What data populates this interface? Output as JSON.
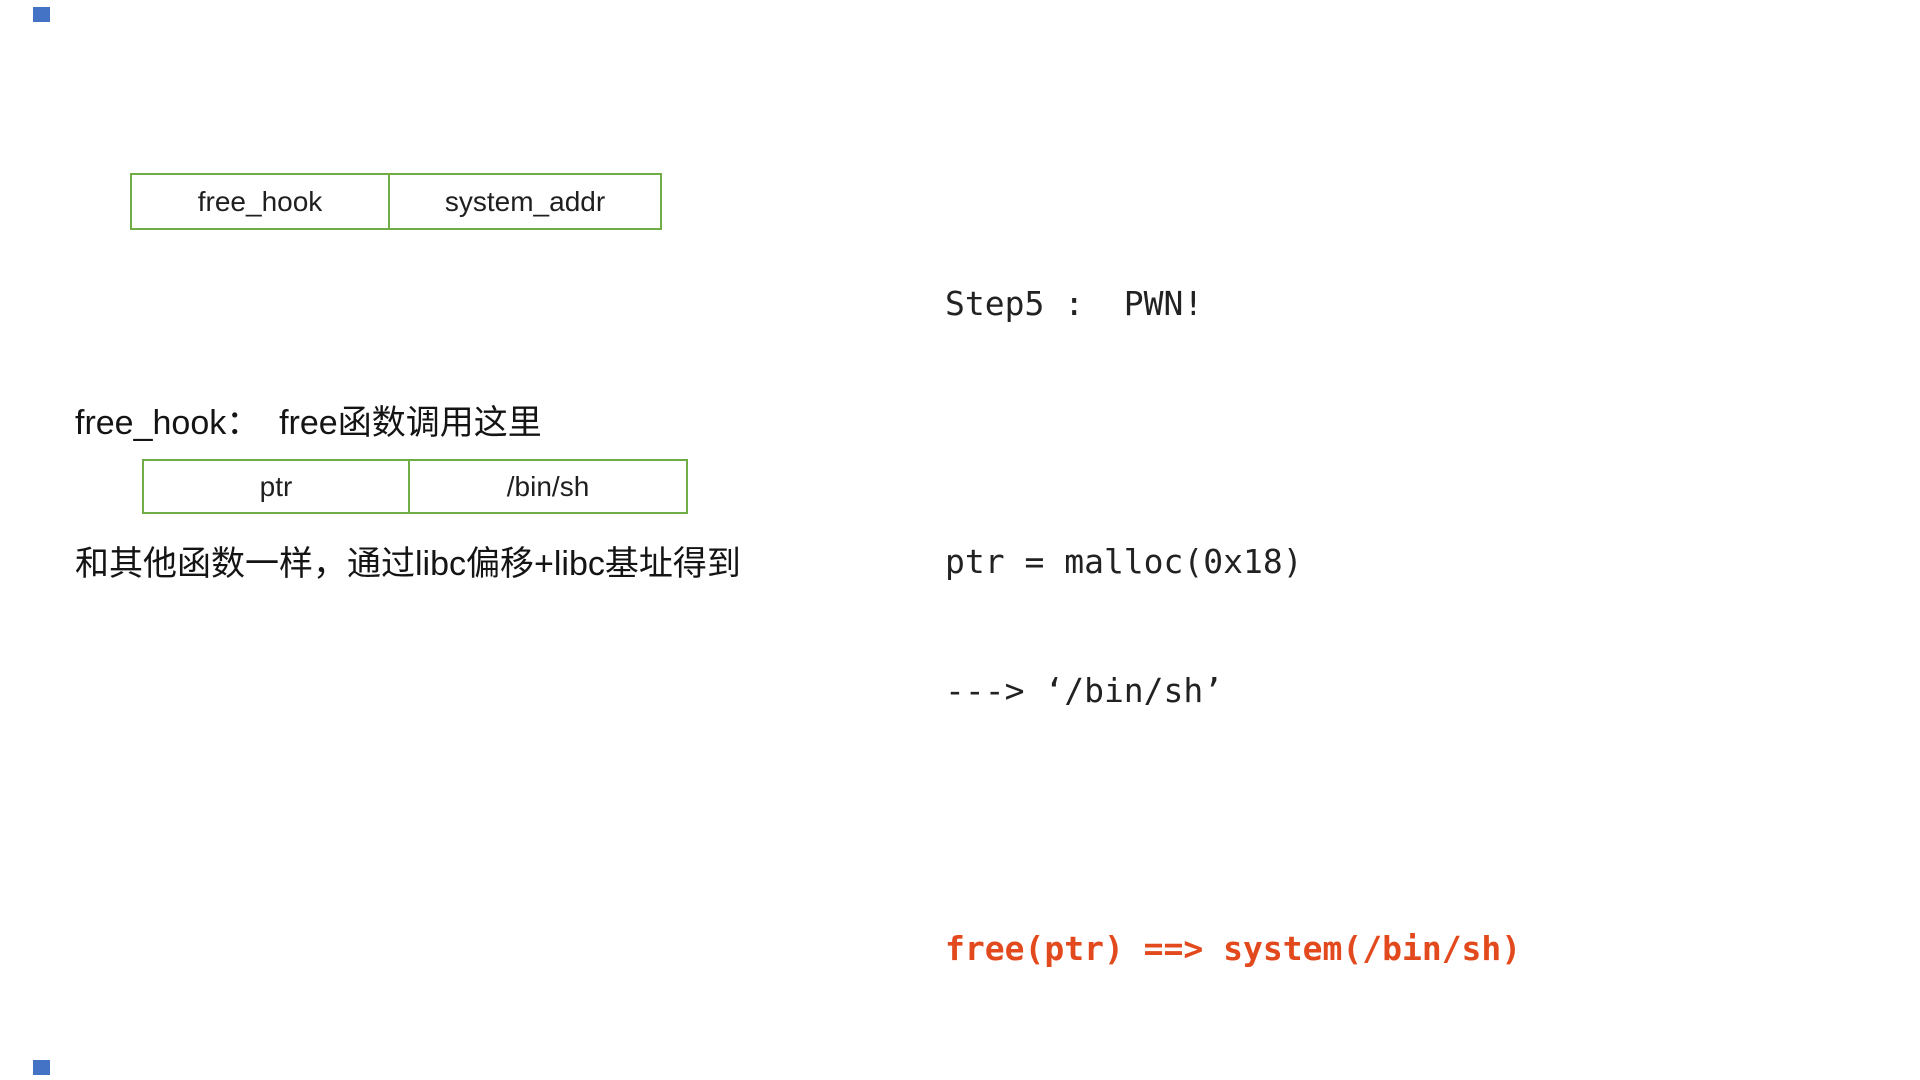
{
  "page": {
    "background_color": "#ffffff"
  },
  "decor": {
    "corner_marker_color": "#4472c4"
  },
  "diagram": {
    "table_border_color": "#70ad47",
    "table1": {
      "cells": [
        "free_hook",
        "system_addr"
      ]
    },
    "table2": {
      "cells": [
        "ptr",
        "/bin/sh"
      ]
    },
    "note": {
      "line1": "free_hook：  free函数调用这里",
      "line2": "和其他函数一样，通过libc偏移+libc基址得到"
    }
  },
  "code": {
    "step_title": "Step5 :  PWN!",
    "line_malloc": "ptr = malloc(0x18)",
    "line_arrow": "---> ‘/bin/sh’",
    "line_highlight": "free(ptr) ==> system(/bin/sh)",
    "highlight_color": "#e2491c"
  }
}
